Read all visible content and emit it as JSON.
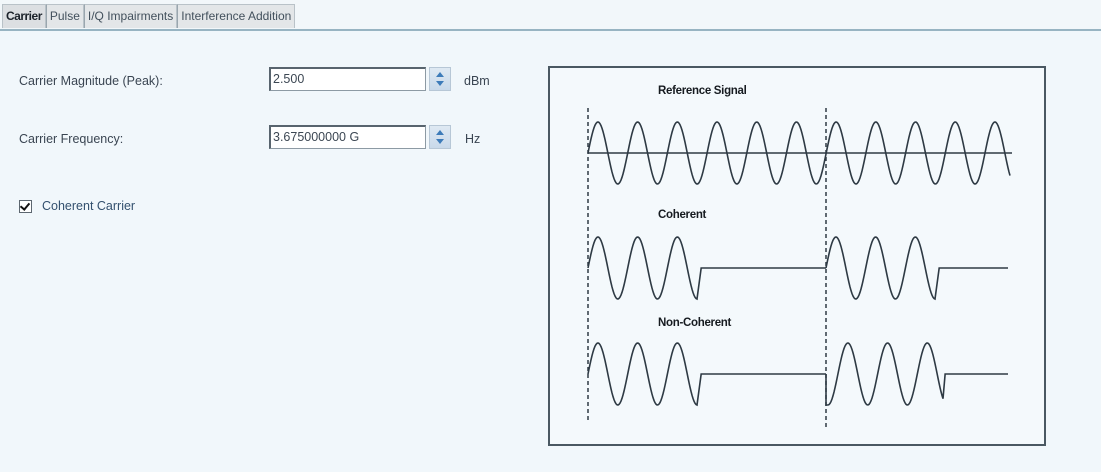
{
  "tabs": [
    {
      "label": "Carrier",
      "active": true
    },
    {
      "label": "Pulse",
      "active": false
    },
    {
      "label": "I/Q Impairments",
      "active": false
    },
    {
      "label": "Interference Addition",
      "active": false
    }
  ],
  "form": {
    "magnitude": {
      "label": "Carrier Magnitude (Peak):",
      "value": "2.500",
      "unit": "dBm"
    },
    "frequency": {
      "label": "Carrier Frequency:",
      "value": "3.675000000 G",
      "unit": "Hz"
    },
    "coherent": {
      "label": "Coherent Carrier",
      "checked": true
    }
  },
  "diagram": {
    "labels": {
      "reference": "Reference Signal",
      "coherent": "Coherent",
      "non_coherent": "Non-Coherent"
    },
    "colors": {
      "waveform": "#2e3a44",
      "border": "#4a5862"
    }
  }
}
